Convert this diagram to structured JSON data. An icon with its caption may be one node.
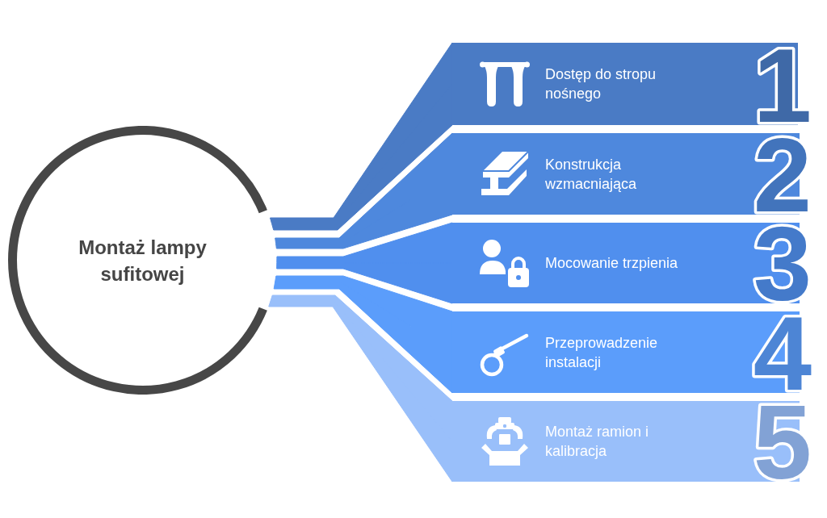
{
  "diagram": {
    "nodes": [
      {
        "text": [
          "Montaż lampy sufitowej"
        ]
      },
      {
        "text": [
          "Dostęp do stropu nośnego",
          "1"
        ]
      },
      {
        "text": [
          "Konstrukcja wzmacniająca",
          "2"
        ]
      },
      {
        "text": [
          "Mocowanie trzpienia",
          "3"
        ]
      },
      {
        "text": [
          "Przeprowadzenie instalacji",
          "4"
        ]
      },
      {
        "text": [
          "Montaż ramion i kalibracja",
          "5"
        ]
      }
    ],
    "edges": [
      {
        "from": 0,
        "to": 1,
        "arrow": "none",
        "color": "#4a7bc5"
      },
      {
        "from": 0,
        "to": 2,
        "arrow": "none",
        "color": "#4e88dd"
      },
      {
        "from": 0,
        "to": 3,
        "arrow": "none",
        "color": "#508fee"
      },
      {
        "from": 0,
        "to": 4,
        "arrow": "none",
        "color": "#5b9dfb"
      },
      {
        "from": 0,
        "to": 5,
        "arrow": "none",
        "color": "#99bffa"
      }
    ]
  }
}
